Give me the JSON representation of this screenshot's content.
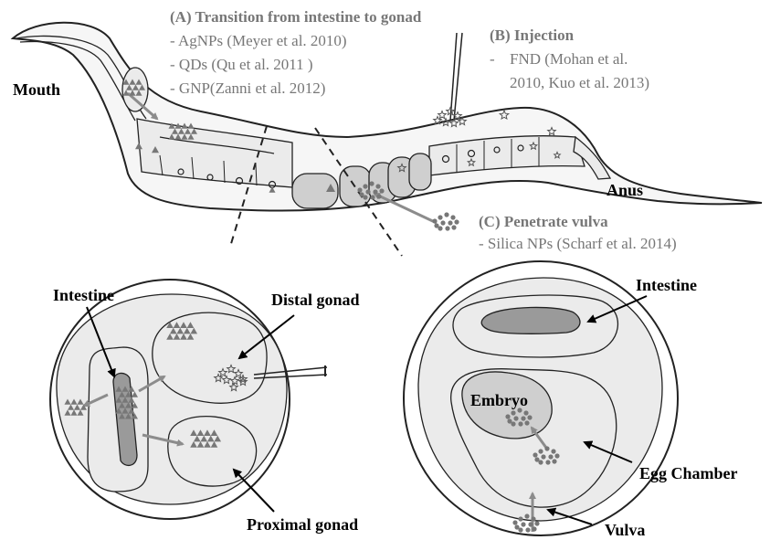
{
  "colors": {
    "particle": "#777777",
    "gray_text": "#777777",
    "black_text": "#000000",
    "tissue_light": "#ebebeb",
    "tissue_mid": "#cfcfcf",
    "tissue_dark": "#9a9a9a"
  },
  "worm": {
    "mouth_label": "Mouth",
    "anus_label": "Anus"
  },
  "annotations": {
    "a": {
      "title": "(A) Transition from intestine to gonad",
      "items": [
        "- AgNPs  (Meyer et al. 2010)",
        "- QDs (Qu et al. 2011 )",
        "- GNP(Zanni et al. 2012)"
      ]
    },
    "b": {
      "title": "(B) Injection",
      "item_dash": "-",
      "item_line1": "FND (Mohan et al.",
      "item_line2": "2010, Kuo et al. 2013)"
    },
    "c": {
      "title": "(C) Penetrate vulva",
      "item": "- Silica NPs (Scharf et al. 2014)"
    }
  },
  "left_inset": {
    "intestine_label": "Intestine",
    "distal_label": "Distal gonad",
    "proximal_label": "Proximal gonad"
  },
  "right_inset": {
    "intestine_label": "Intestine",
    "embryo_label": "Embryo",
    "egg_chamber_label": "Egg Chamber",
    "vulva_label": "Vulva"
  }
}
